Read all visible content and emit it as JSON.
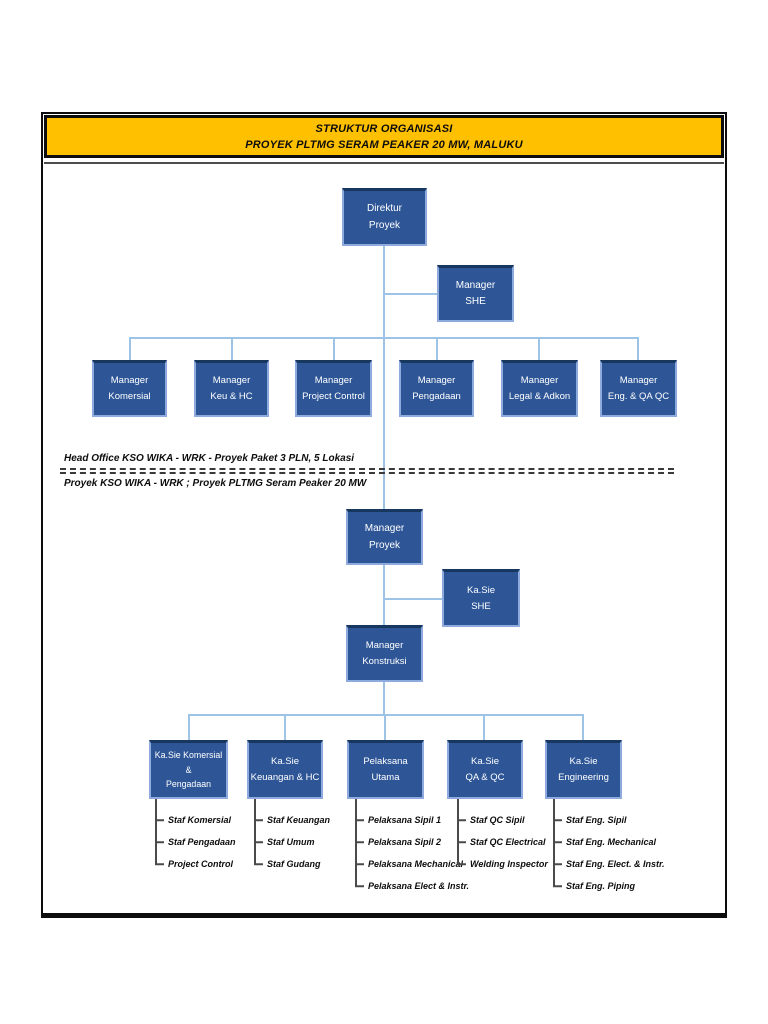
{
  "banner": {
    "line1": "STRUKTUR ORGANISASI",
    "line2": "PROYEK PLTMG SERAM PEAKER 20 MW, MALUKU",
    "bg_color": "#FFC000"
  },
  "colors": {
    "box_fill": "#2E5697",
    "box_border_light": "#8FAADC",
    "box_border_dark": "#17375E",
    "connector": "#9DC3E6",
    "tree_line": "#4a4a4a"
  },
  "org": {
    "direktur": {
      "label": "Direktur\nProyek"
    },
    "manager_she": {
      "label": "Manager\nSHE"
    },
    "head_office_managers": [
      {
        "label": "Manager\nKomersial"
      },
      {
        "label": "Manager\nKeu & HC"
      },
      {
        "label": "Manager\nProject Control"
      },
      {
        "label": "Manager\nPengadaan"
      },
      {
        "label": "Manager\nLegal & Adkon"
      },
      {
        "label": "Manager\nEng. & QA QC"
      }
    ],
    "divider": {
      "line1": "Head Office KSO WIKA - WRK - Proyek Paket 3 PLN, 5 Lokasi",
      "line2": "Proyek KSO WIKA - WRK ; Proyek  PLTMG Seram Peaker 20 MW"
    },
    "manager_proyek": {
      "label": "Manager\nProyek"
    },
    "kasie_she": {
      "label": "Ka.Sie\nSHE"
    },
    "manager_konstruksi": {
      "label": "Manager\nKonstruksi"
    },
    "sections": [
      {
        "label": "Ka.Sie Komersial &\nPengadaan",
        "staff": [
          "Staf Komersial",
          "Staf Pengadaan",
          "Project Control"
        ]
      },
      {
        "label": "Ka.Sie\nKeuangan & HC",
        "staff": [
          "Staf Keuangan",
          "Staf Umum",
          "Staf Gudang"
        ]
      },
      {
        "label": "Pelaksana\nUtama",
        "staff": [
          "Pelaksana Sipil 1",
          "Pelaksana Sipil 2",
          "Pelaksana Mechanical",
          "Pelaksana Elect & Instr."
        ]
      },
      {
        "label": "Ka.Sie\nQA & QC",
        "staff": [
          "Staf QC Sipil",
          "Staf QC Electrical",
          "Welding Inspector"
        ]
      },
      {
        "label": "Ka.Sie\nEngineering",
        "staff": [
          "Staf Eng. Sipil",
          "Staf Eng. Mechanical",
          "Staf Eng. Elect. & Instr.",
          "Staf Eng. Piping"
        ]
      }
    ]
  }
}
